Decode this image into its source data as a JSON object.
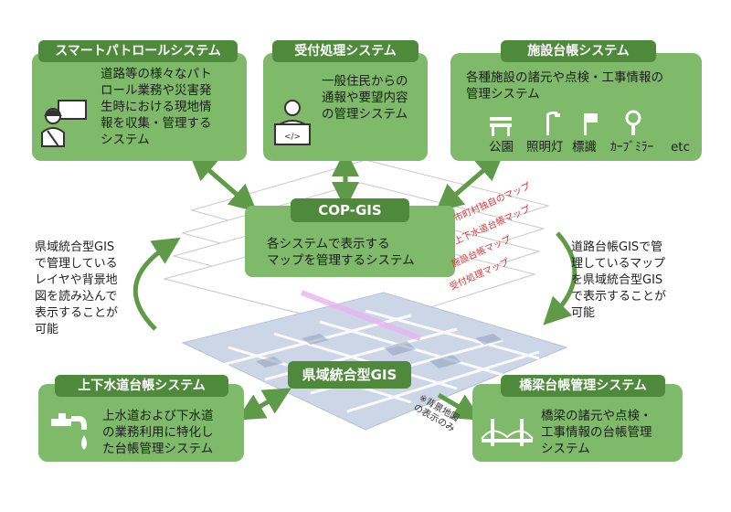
{
  "boxes": {
    "patrol": {
      "title": "スマートパトロールシステム",
      "body": "道路等の様々なパト\nロール業務や災害発\n生時における現地情\n報を収集・管理する\nシステム"
    },
    "reception": {
      "title": "受付処理システム",
      "body": "一般住民からの\n通報や要望内容\nの管理システム"
    },
    "facility": {
      "title": "施設台帳システム",
      "body": "各種施設の諸元や点検・工事情報の\n管理システム",
      "items": [
        "公園",
        "照明灯",
        "標識",
        "ｶｰﾌﾞﾐﾗｰ",
        "etc"
      ]
    },
    "water": {
      "title": "上下水道台帳システム",
      "body": "上水道および下水道\nの業務利用に特化し\nた台帳管理システム"
    },
    "bridge": {
      "title": "橋梁台帳管理システム",
      "body": "橋梁の諸元や点検・\n工事情報の台帳管理\nシステム"
    }
  },
  "center": {
    "cop_title": "COP-GIS",
    "cop_body": "各システムで表示する\nマップを管理するシステム",
    "gis_title": "県域統合型GIS"
  },
  "map_layers": [
    "市町村独自のマップ",
    "上下水道台帳マップ",
    "施設台帳マップ",
    "受付処理マップ"
  ],
  "side_left": "県域統合型GIS\nで管理している\nレイヤや背景地\n図を読み込んで\n表示することが\n可能",
  "side_right": "道路台帳GISで管\n理しているマップ\nを県域統合型GIS\nで表示することが\n可能",
  "note_background": "※背景地図\nの表示のみ",
  "colors": {
    "box": "#7fba6a",
    "title": "#4f8a3c",
    "arrow": "#5e9a48",
    "layer_label": "#dd3333"
  }
}
